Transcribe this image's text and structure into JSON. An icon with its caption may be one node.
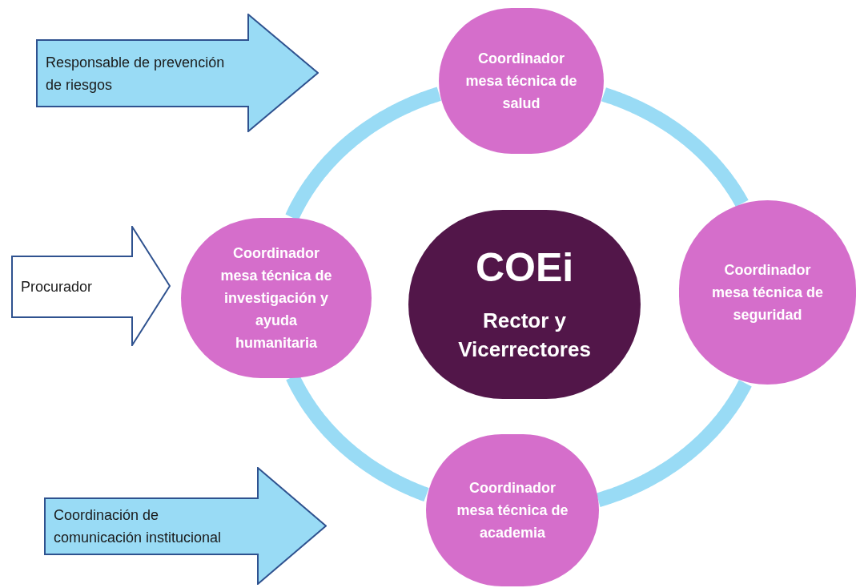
{
  "diagram": {
    "nodes": [
      {
        "text": [
          "Responsable de prevención de riesgos"
        ]
      },
      {
        "text": [
          "Coordinador mesa técnica de salud"
        ]
      },
      {
        "text": [
          "Procurador"
        ]
      },
      {
        "text": [
          "Coordinador mesa técnica de investigación y ayuda humanitaria"
        ]
      },
      {
        "text": [
          "COEi",
          "Rector y Vicerrectores"
        ]
      },
      {
        "text": [
          "Coordinador mesa técnica de seguridad"
        ]
      },
      {
        "text": [
          "Coordinación de comunicación institucional"
        ]
      },
      {
        "text": [
          "Coordinador mesa técnica de academia"
        ]
      }
    ],
    "edges": [
      {
        "from": 1,
        "to": 5,
        "arrow": "none"
      },
      {
        "from": 5,
        "to": 7,
        "arrow": "none"
      },
      {
        "from": 7,
        "to": 3,
        "arrow": "none"
      },
      {
        "from": 3,
        "to": 1,
        "arrow": "none"
      }
    ]
  }
}
